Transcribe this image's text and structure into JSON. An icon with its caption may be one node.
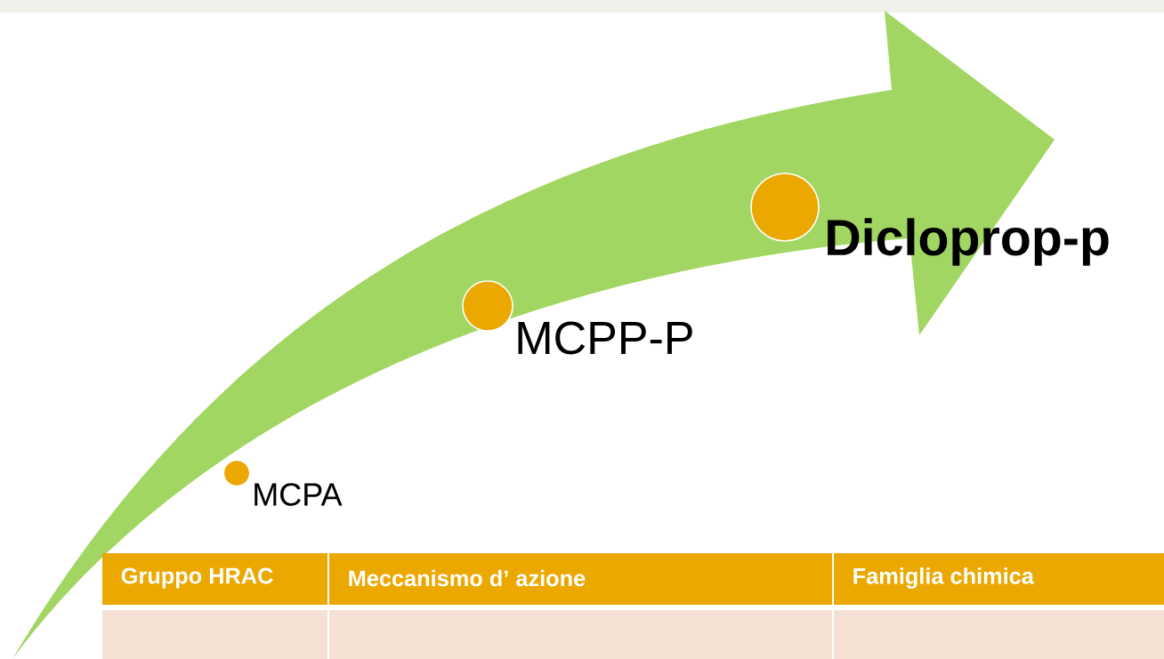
{
  "diagram": {
    "nodes": [
      {
        "text": [],
        "shape": "circle",
        "beside": [
          "MCPA"
        ]
      },
      {
        "text": [],
        "shape": "circle",
        "beside": [
          "MCPP-P"
        ]
      },
      {
        "text": [],
        "shape": "circle",
        "beside": [
          "Dicloprop-p"
        ]
      }
    ],
    "labels": [
      "Gruppo HRAC",
      "Meccanismo d’ azione",
      "Famiglia chimica"
    ]
  }
}
